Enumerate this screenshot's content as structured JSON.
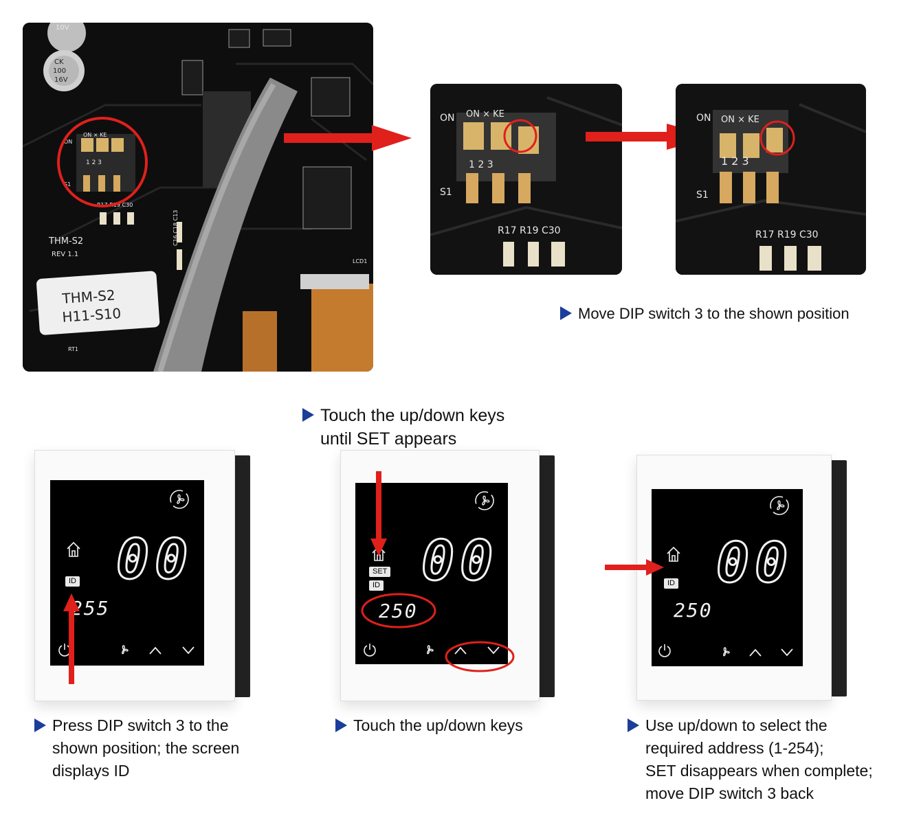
{
  "pcb_main": {
    "cap_label_1": "10V",
    "cap_label_2": "CK",
    "cap_label_3": "100",
    "cap_label_4": "16V",
    "dip_on": "ON",
    "dip_ke": "ON × KE",
    "dip_s1": "S1",
    "dip_nums": "1 2 3",
    "parts": "R17 R19 C30",
    "board_name": "THM-S2",
    "board_rev": "REV 1.1",
    "sticker_line1": "THM-S2",
    "sticker_line2": "H11-S10",
    "chip_text": "LCD1",
    "rt_label": "RT1",
    "c_label": "C16 C18 C13"
  },
  "pcb_zoom_before": {
    "dip_on": "ON",
    "dip_ke": "ON × KE",
    "dip_nums": "1 2 3",
    "dip_s1": "S1",
    "parts": "R17 R19 C30"
  },
  "pcb_zoom_after": {
    "dip_on": "ON",
    "dip_ke": "ON × KE",
    "dip_nums": "1 2 3",
    "dip_s1": "S1",
    "parts": "R17 R19 C30"
  },
  "captions": {
    "move_dip": "Move DIP switch 3 to the shown position",
    "touch_until_set": "Touch the up/down keys\nuntil SET appears",
    "press_dip": "Press DIP switch 3 to the\nshown position; the screen\ndisplays ID",
    "touch_keys": "Touch the up/down keys",
    "use_updown": "Use up/down to select the\nrequired address (1-254);\nSET disappears when complete;\nmove DIP switch 3 back"
  },
  "devices": [
    {
      "big": "00",
      "small": "255",
      "labels": [
        "ID"
      ]
    },
    {
      "big": "00",
      "small": "250",
      "labels": [
        "SET",
        "ID"
      ]
    },
    {
      "big": "00",
      "small": "250",
      "labels": [
        "ID"
      ]
    }
  ],
  "colors": {
    "arrow_red": "#e0201b",
    "bullet_blue": "#1a3e9a",
    "pcb_black": "#101010",
    "screen_black": "#000000"
  },
  "icons": [
    "fan-mode-icon",
    "home-icon",
    "power-icon",
    "fan-icon",
    "up-arrow-icon",
    "down-arrow-icon"
  ]
}
